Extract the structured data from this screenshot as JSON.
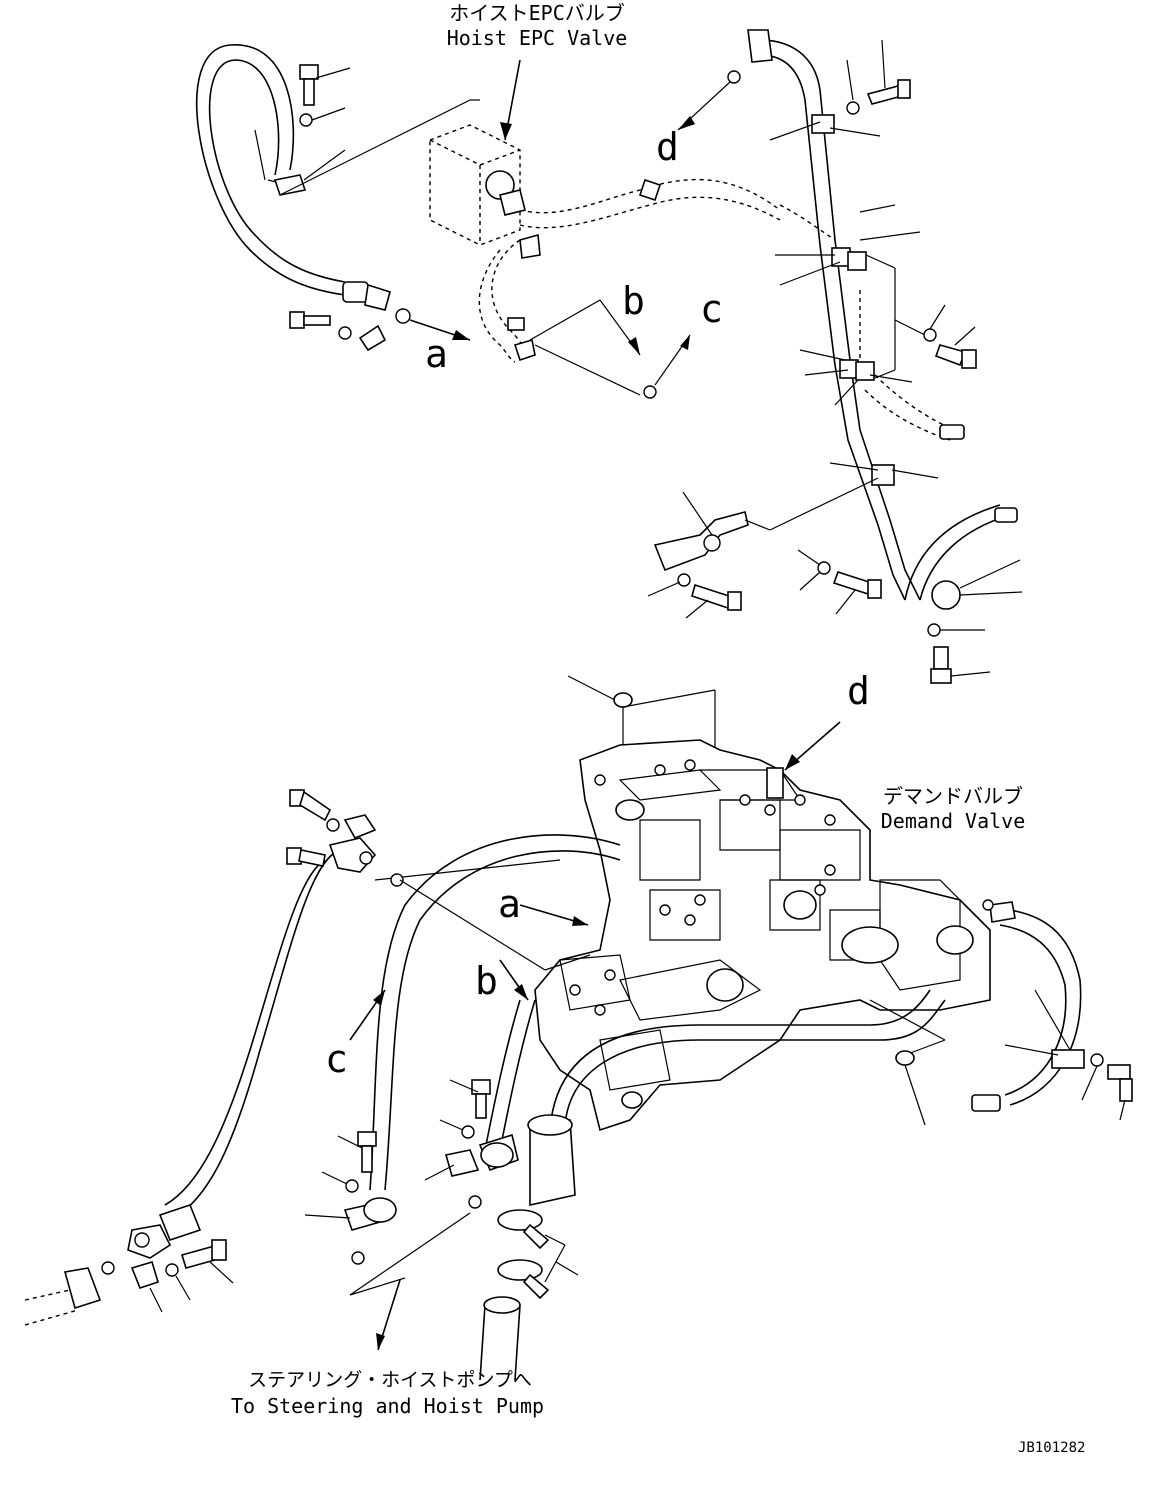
{
  "labels": {
    "hoist_epc_jp": "ホイストEPCバルブ",
    "hoist_epc_en": "Hoist EPC Valve",
    "demand_jp": "デマンドバルブ",
    "demand_en": "Demand Valve",
    "pump_jp": "ステアリング・ホイストポンプへ",
    "pump_en": "To Steering and Hoist Pump",
    "drawing_code": "JB101282"
  },
  "callouts": {
    "a_top": "a",
    "b_top": "b",
    "c_top": "c",
    "d_top": "d",
    "d_mid": "d",
    "a_mid": "a",
    "b_mid": "b",
    "c_mid": "c"
  }
}
